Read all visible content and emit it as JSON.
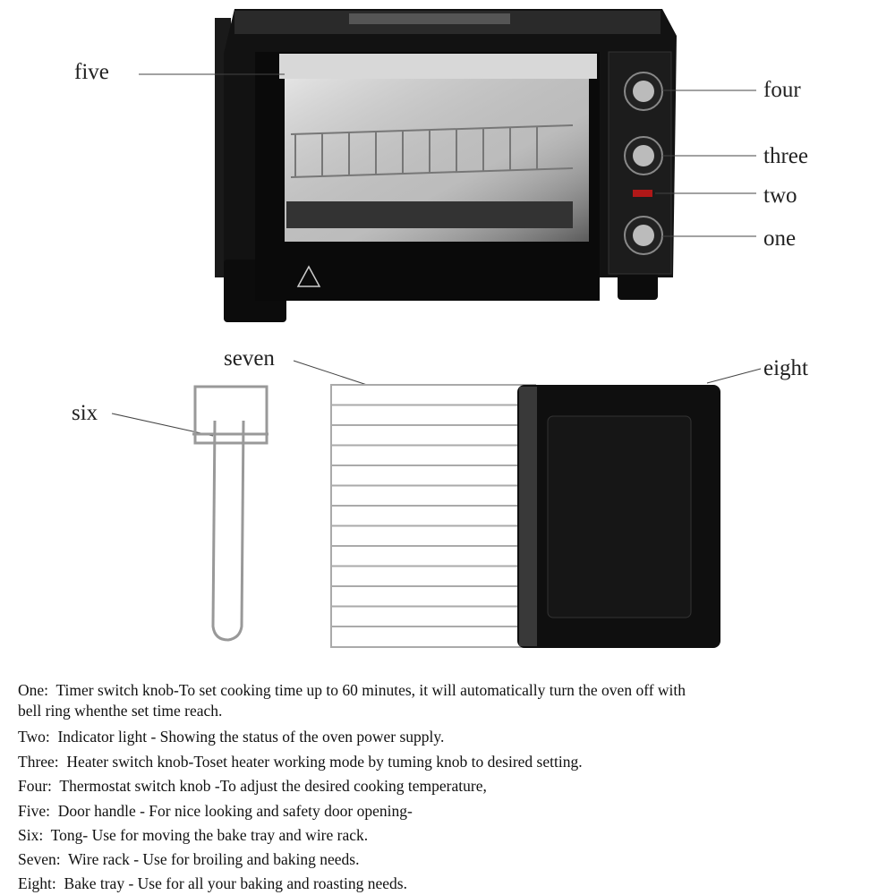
{
  "callouts": {
    "one": "one",
    "two": "two",
    "three": "three",
    "four": "four",
    "five": "five",
    "six": "six",
    "seven": "seven",
    "eight": "eight"
  },
  "descriptions": [
    {
      "key": "One:",
      "text": "Timer switch knob-To set cooking time up to 60 minutes, it will automatically turn the oven off with",
      "cont": "bell ring whenthe set time reach."
    },
    {
      "key": "Two:",
      "text": "Indicator light - Showing the status of the oven power supply."
    },
    {
      "key": "Three:",
      "text": "Heater switch knob-Toset heater working mode by tuming knob to desired setting."
    },
    {
      "key": "Four:",
      "text": "Thermostat switch knob -To adjust the desired cooking temperature,"
    },
    {
      "key": "Five:",
      "text": "Door handle - For nice looking and safety door opening-"
    },
    {
      "key": "Six:",
      "text": "Tong- Use for moving the bake tray and wire rack."
    },
    {
      "key": "Seven:",
      "text": "Wire rack - Use for broiling and baking needs."
    },
    {
      "key": "Eight:",
      "text": "Bake tray - Use for all your baking and roasting needs."
    }
  ]
}
